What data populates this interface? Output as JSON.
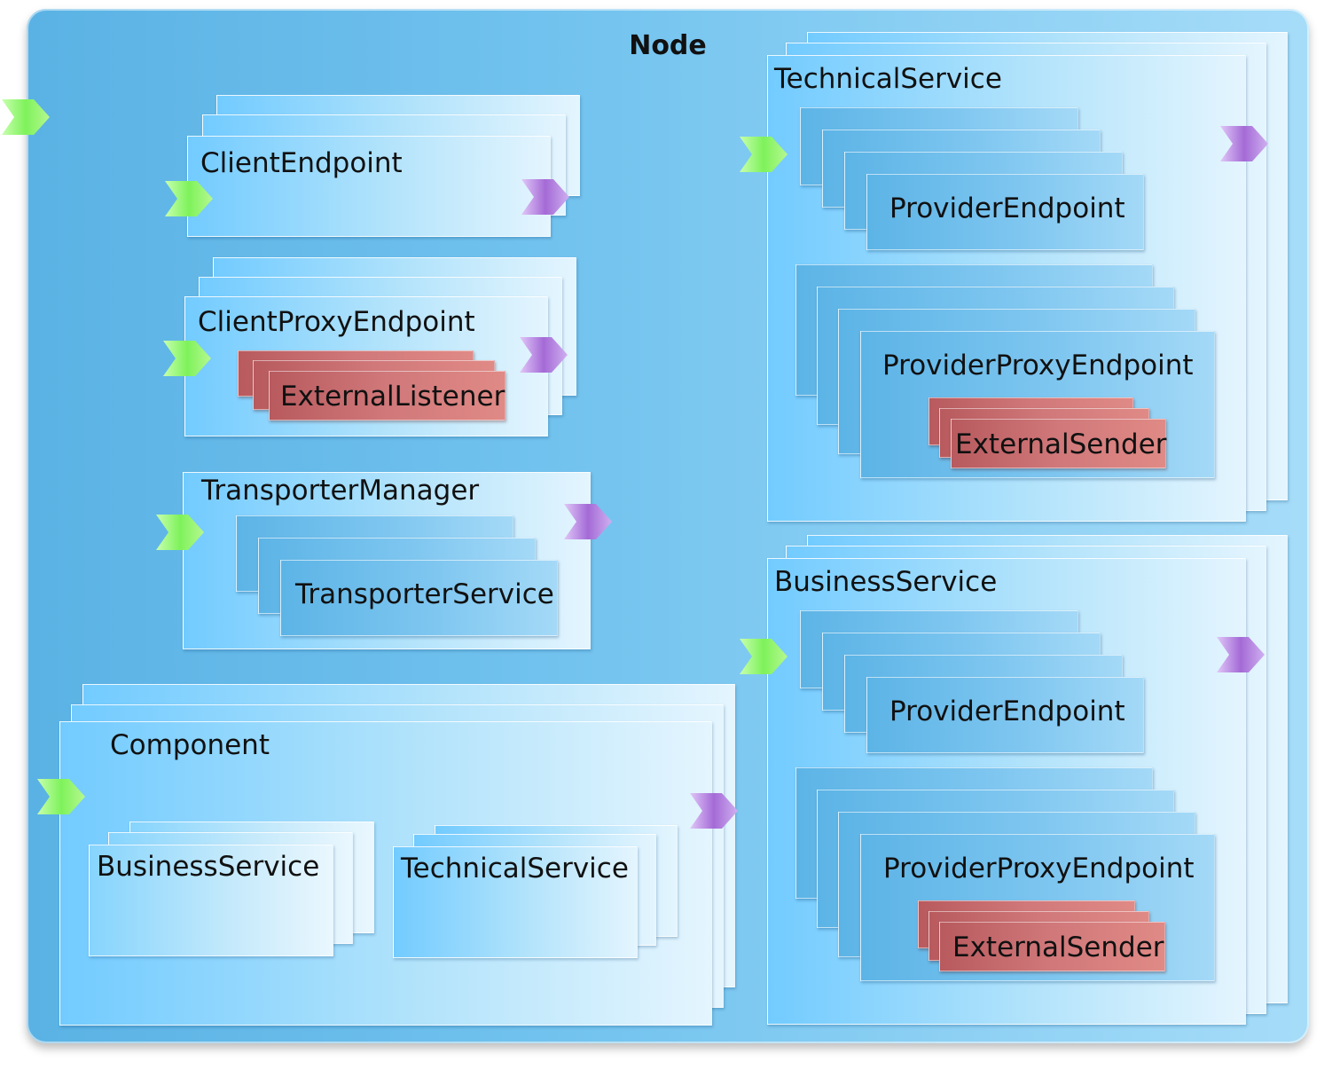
{
  "node": {
    "title": "Node"
  },
  "client_endpoint": {
    "label": "ClientEndpoint"
  },
  "client_proxy_endpoint": {
    "label": "ClientProxyEndpoint",
    "listener": "ExternalListener"
  },
  "transporter_manager": {
    "label": "TransporterManager",
    "service": "TransporterService"
  },
  "component": {
    "label": "Component",
    "business_service": "BusinessService",
    "technical_service": "TechnicalService"
  },
  "technical_service": {
    "label": "TechnicalService",
    "provider_endpoint": "ProviderEndpoint",
    "provider_proxy_endpoint": "ProviderProxyEndpoint",
    "sender": "ExternalSender"
  },
  "business_service": {
    "label": "BusinessService",
    "provider_endpoint": "ProviderEndpoint",
    "provider_proxy_endpoint": "ProviderProxyEndpoint",
    "sender": "ExternalSender"
  },
  "colors": {
    "input_port": "#7ef25a",
    "output_port": "#a46ad6",
    "external": "#d0787a"
  },
  "icons": {
    "input_port": "green-chevron-icon",
    "output_port": "purple-chevron-icon"
  }
}
